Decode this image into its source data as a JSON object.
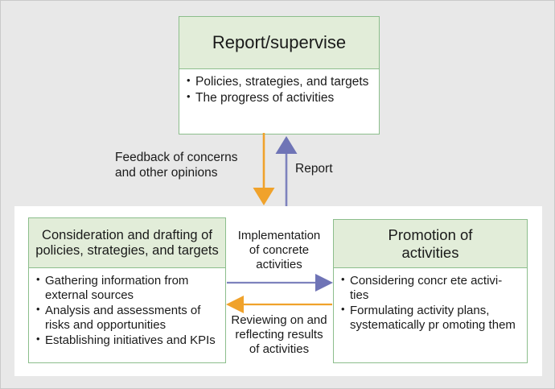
{
  "diagram": {
    "title_semantic": "governance-activity-cycle",
    "colors": {
      "background": "#e8e8e8",
      "panel": "#ffffff",
      "header_fill": "#e2edd9",
      "box_border": "#8cbe8c",
      "arrow_orange": "#f0a22b",
      "arrow_blue": "#6f74b6",
      "text": "#1a1a1a"
    },
    "top_box": {
      "header": "Report/supervise",
      "bullets": [
        "Policies, strategies, and targets",
        "The progress of activities"
      ]
    },
    "left_box": {
      "header_lines": [
        "Consideration and drafting of",
        "policies, strategies, and targets"
      ],
      "bullets": [
        "Gathering information from external sources",
        "Analysis and assessments of risks and opportunities",
        "Establishing initiatives and KPIs"
      ]
    },
    "right_box": {
      "header_lines": [
        "Promotion of",
        "activities"
      ],
      "bullets": [
        "Considering concr ete activi-ties",
        "Formulating activity plans, systematically pr omoting them"
      ]
    },
    "arrows": [
      {
        "name": "feedback-arrow",
        "label": "Feedback of concerns\nand other opinions",
        "direction": "down",
        "color": "#f0a22b"
      },
      {
        "name": "report-arrow",
        "label": "Report",
        "direction": "up",
        "color": "#6f74b6"
      },
      {
        "name": "implementation-arrow",
        "label": "Implementation\nof concrete\nactivities",
        "direction": "right",
        "color": "#6f74b6"
      },
      {
        "name": "reviewing-arrow",
        "label": "Reviewing on and\nreflecting results\nof activities",
        "direction": "left",
        "color": "#f0a22b"
      }
    ]
  }
}
